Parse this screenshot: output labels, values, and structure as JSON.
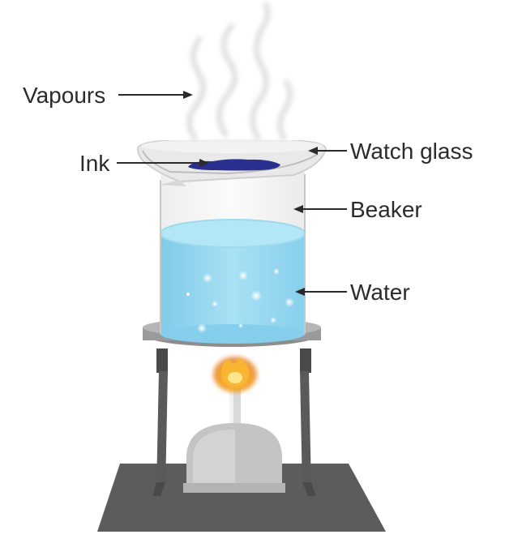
{
  "labels": {
    "vapours": "Vapours",
    "ink": "Ink",
    "watch_glass": "Watch glass",
    "beaker": "Beaker",
    "water": "Water"
  },
  "colors": {
    "water": "#8fd3ee",
    "ink": "#2b2f8f",
    "flame": "#f5a623",
    "stand": "#5b5b5b",
    "base": "#5c5c5e",
    "burner": "#c9c9c9"
  }
}
